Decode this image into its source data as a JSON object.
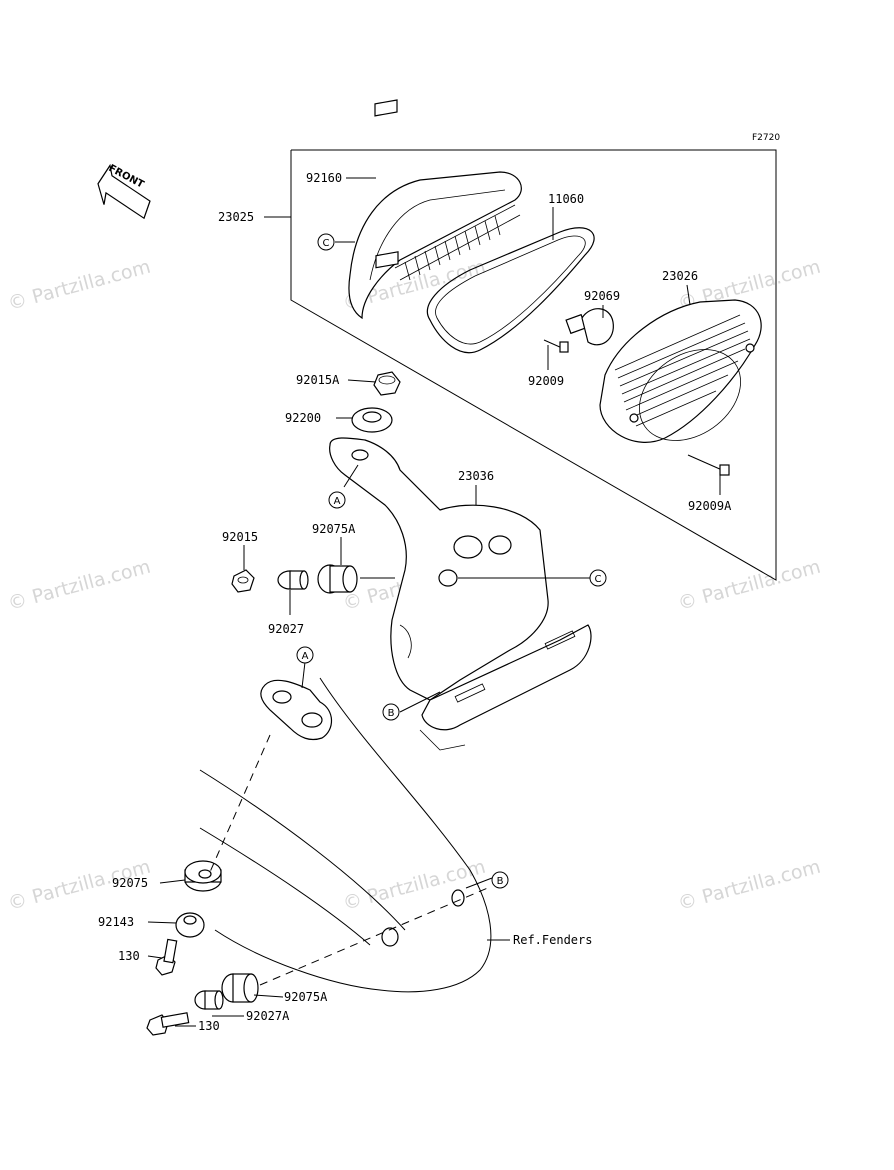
{
  "figure_code": "F2720",
  "front_arrow": "FRONT",
  "watermark": "© Partzilla.com",
  "labels": {
    "p23025": "23025",
    "p92160": "92160",
    "p11060": "11060",
    "p23026": "23026",
    "p92069": "92069",
    "p92009": "92009",
    "p92009A": "92009A",
    "p92015A": "92015A",
    "p92200": "92200",
    "p23036": "23036",
    "p92075A_top": "92075A",
    "p92015": "92015",
    "p92027": "92027",
    "p92075": "92075",
    "p92143": "92143",
    "p130a": "130",
    "p130b": "130",
    "p92075A_bot": "92075A",
    "p92027A": "92027A",
    "ref_fenders": "Ref.Fenders"
  },
  "callouts": {
    "A": "A",
    "B": "B",
    "C": "C"
  }
}
